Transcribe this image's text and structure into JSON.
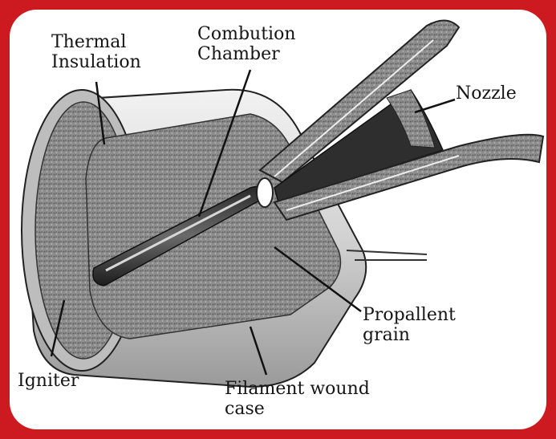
{
  "colors": {
    "frame": "#cc1a20",
    "panel": "#ffffff",
    "ink": "#151515",
    "grain": "#8d8d8d"
  },
  "labels": {
    "thermal_insulation": {
      "line1": "Thermal",
      "line2": "Insulation"
    },
    "combustion_chamber": {
      "line1": "Combution",
      "line2": "Chamber"
    },
    "nozzle": "Nozzle",
    "propellant_grain": {
      "line1": "Propallent",
      "line2": "grain"
    },
    "igniter": "Igniter",
    "filament_case": {
      "line1": "Filament wound",
      "line2": "case"
    }
  }
}
